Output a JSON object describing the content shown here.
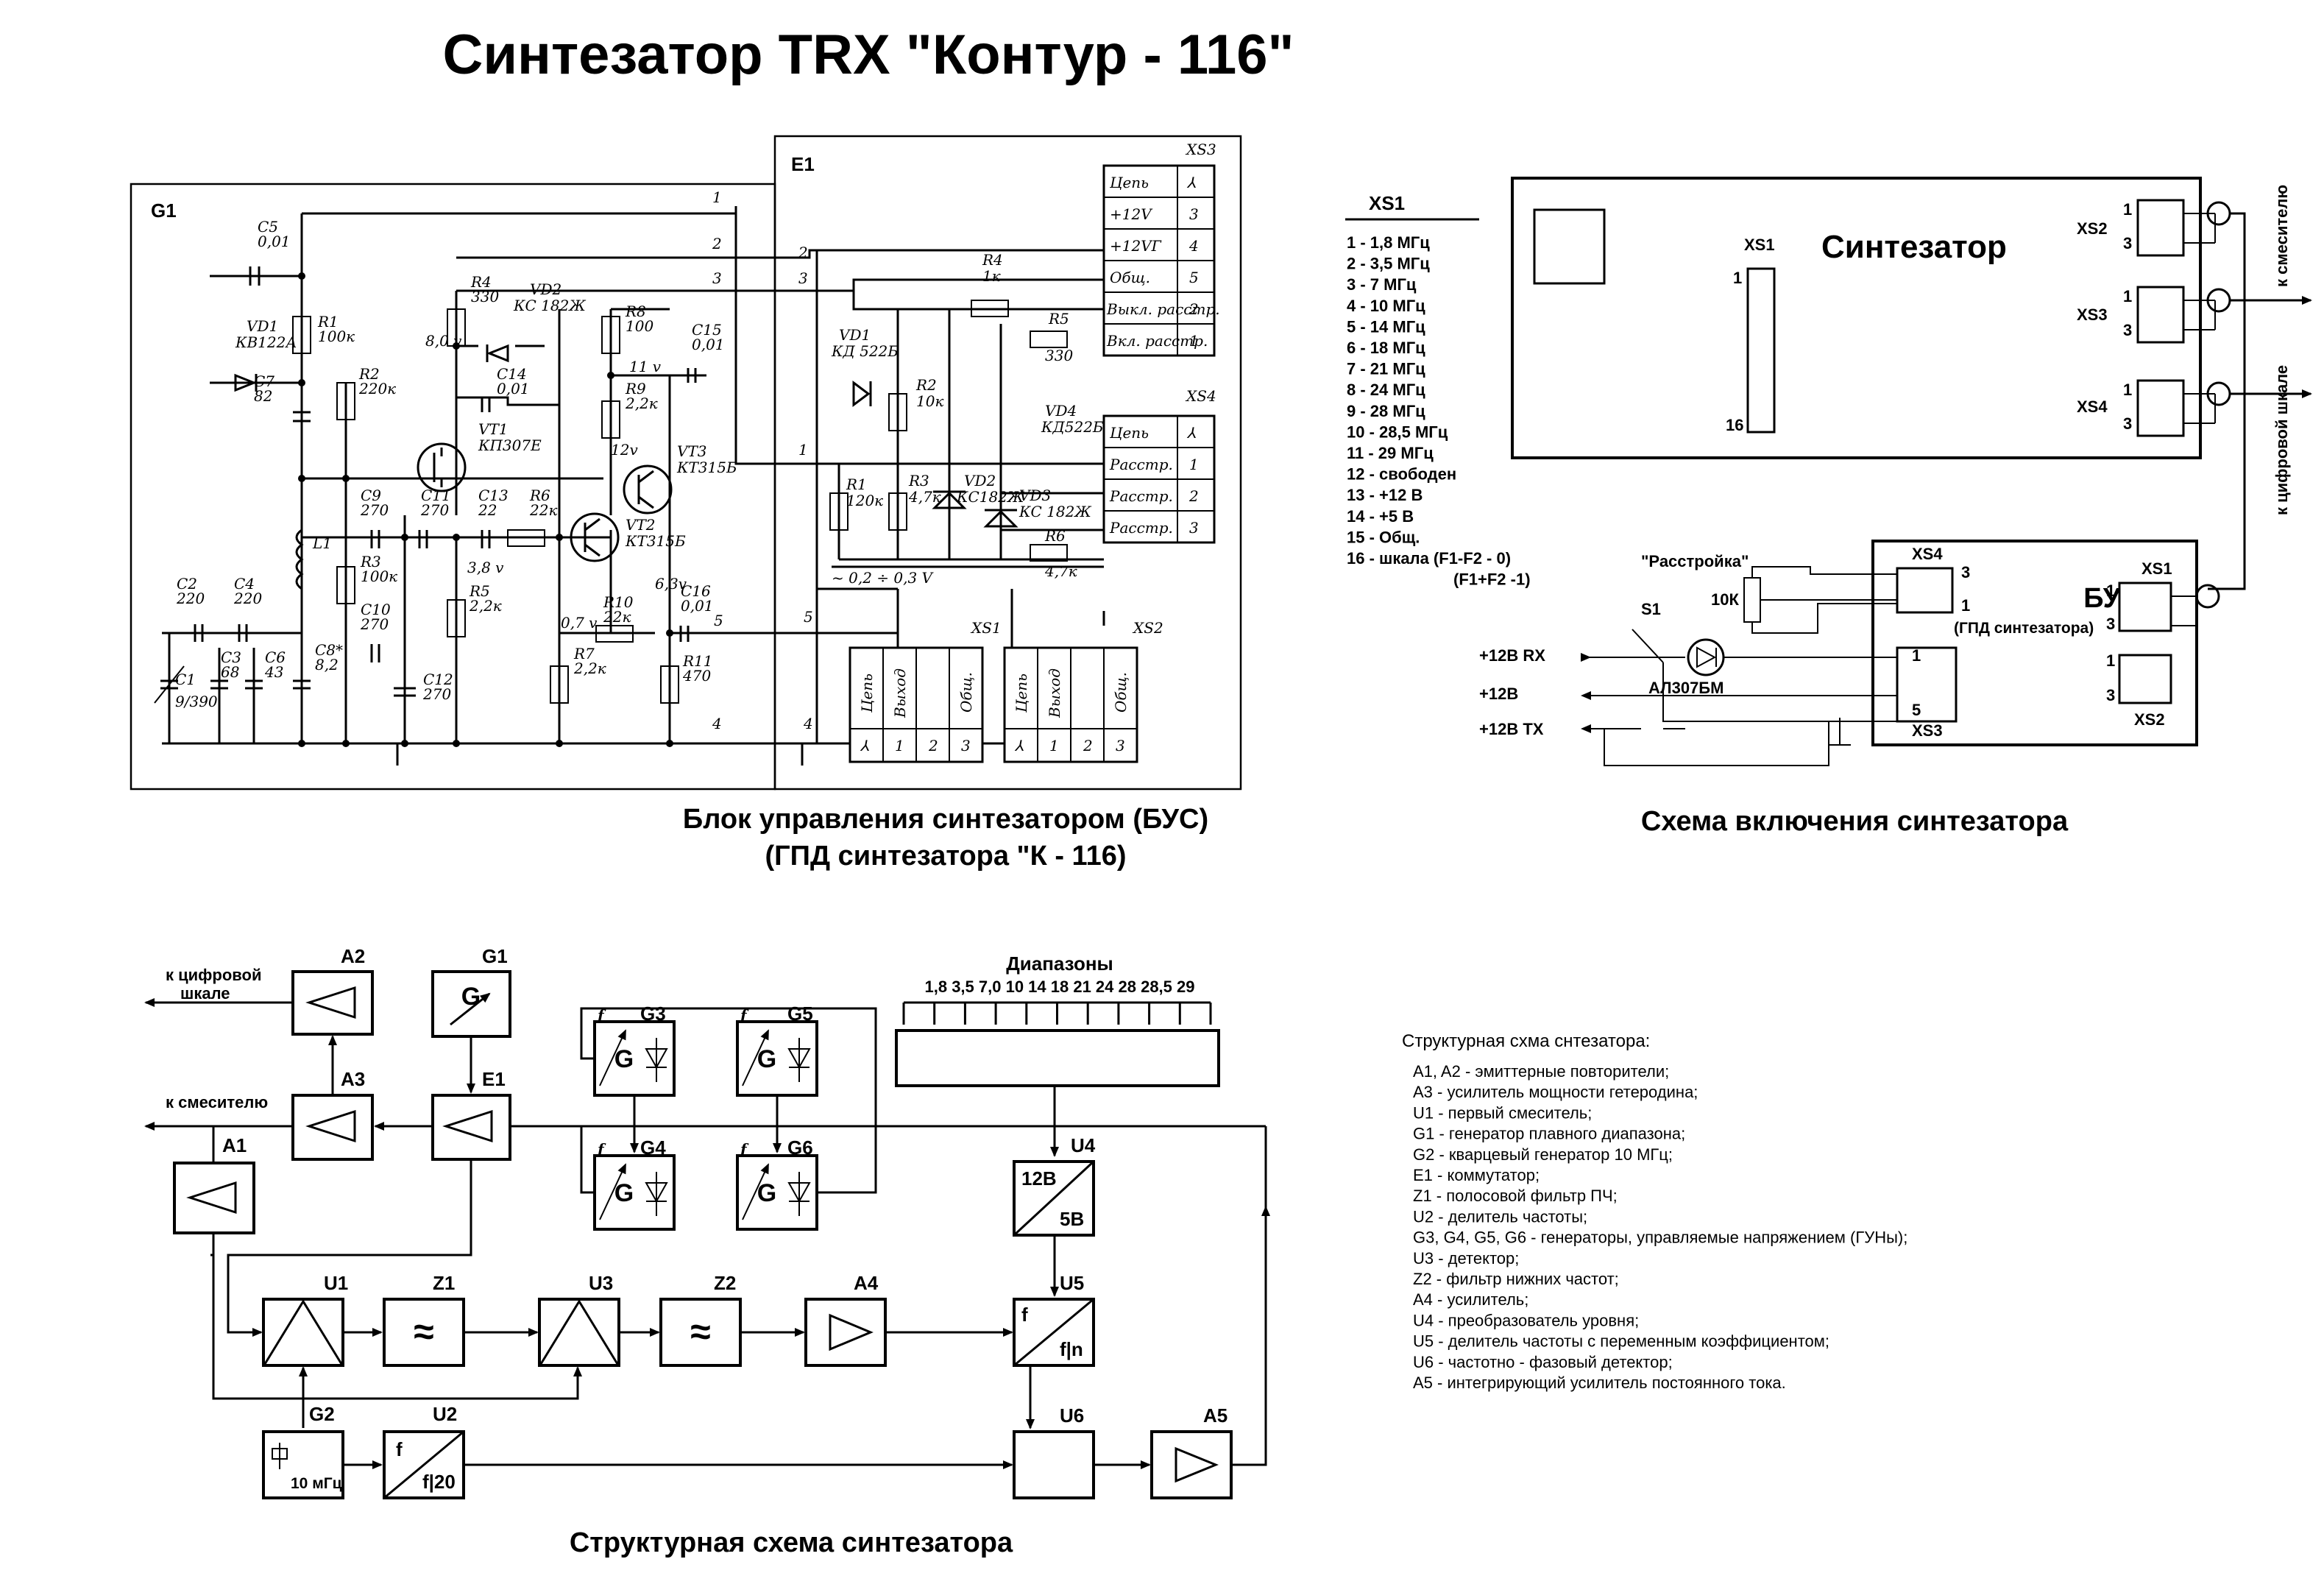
{
  "title": "Синтезатор TRX \"Контур - 116\"",
  "schematic": {
    "caption1": "Блок управления синтезатором (БУС)",
    "caption2": "(ГПД синтезатора \"К - 116)",
    "block_g1": "G1",
    "block_e1": "E1",
    "nodes": [
      "1",
      "2",
      "3",
      "4",
      "5"
    ],
    "nodes_right": [
      "1",
      "2",
      "3",
      "4",
      "5"
    ],
    "parts": {
      "c5": "C5",
      "c5v": "0,01",
      "r1": "R1",
      "r1v": "100к",
      "vd1": "VD1",
      "vd1v": "КВ122А",
      "c7": "C7",
      "c7v": "82",
      "r2": "R2",
      "r2v": "220к",
      "r4": "R4",
      "r4v": "330",
      "vd2": "VD2",
      "vd2v": "КС 182Ж",
      "c14": "C14",
      "c14v": "0,01",
      "vt1": "VT1",
      "vt1v": "КП307Е",
      "r8": "R8",
      "r8v": "100",
      "c15": "C15",
      "c15v": "0,01",
      "r9": "R9",
      "r9v": "2,2к",
      "vt3": "VT3",
      "vt3v": "КТ315Б",
      "vt2": "VT2",
      "vt2v": "КТ315Б",
      "c9": "C9",
      "c9v": "270",
      "c11": "C11",
      "c11v": "270",
      "c13": "C13",
      "c13v": "22",
      "r6": "R6",
      "r6v": "22к",
      "r3": "R3",
      "r3v": "100к",
      "c10": "C10",
      "c10v": "270",
      "r5": "R5",
      "r5v": "2,2к",
      "r10": "R10",
      "r10v": "22к",
      "c16": "C16",
      "c16v": "0,01",
      "r7": "R7",
      "r7v": "2,2к",
      "r11": "R11",
      "r11v": "470",
      "c12": "C12",
      "c12v": "270",
      "l1": "L1",
      "c2": "C2",
      "c2v": "220",
      "c4": "C4",
      "c4v": "220",
      "c3": "C3",
      "c3v": "68",
      "c6": "C6",
      "c6v": "43",
      "c8": "C8*",
      "c8v": "8,2",
      "c1": "C1",
      "c1v": "9/390",
      "v8": "8,0 v",
      "v11": "11 v",
      "v12": "12v",
      "v38": "3,8 v",
      "v07": "0,7 v",
      "v63": "6,3v",
      "e_r4": "R4",
      "e_r4v": "1к",
      "e_vd1": "VD1",
      "e_vd1v": "КД 522Б",
      "e_r2": "R2",
      "e_r2v": "10к",
      "e_r5": "R5",
      "e_r5v": "330",
      "e_r1": "R1",
      "e_r1v": "120к",
      "e_r3": "R3",
      "e_r3v": "4,7к",
      "e_vd2": "VD2",
      "e_vd2v": "КС182Ж",
      "e_vd3": "VD3",
      "e_vd3v": "КС 182Ж",
      "e_r6": "R6",
      "e_r6v": "4,7к",
      "e_vd4": "VD4",
      "e_vd4v": "КД522Б",
      "range": "~ 0,2 ÷ 0,3 V"
    },
    "xs3": {
      "label": "XS3",
      "rows": [
        {
          "name": "Цепь",
          "pin": "⅄"
        },
        {
          "name": "+12V",
          "pin": "3"
        },
        {
          "name": "+12VГ",
          "pin": "4"
        },
        {
          "name": "Общ.",
          "pin": "5"
        },
        {
          "name": "Выкл. расстр.",
          "pin": "2"
        },
        {
          "name": "Вкл. расстр.",
          "pin": "1"
        }
      ]
    },
    "xs4": {
      "label": "XS4",
      "rows": [
        {
          "name": "Цепь",
          "pin": "⅄"
        },
        {
          "name": "Расстр.",
          "pin": "1"
        },
        {
          "name": "Расстр.",
          "pin": "2"
        },
        {
          "name": "Расстр.",
          "pin": "3"
        }
      ]
    },
    "xs1": {
      "label": "XS1",
      "cols": [
        {
          "name": "Цепь",
          "pin": "⅄"
        },
        {
          "name": "Выход",
          "pin": "1"
        },
        {
          "name": "",
          "pin": "2"
        },
        {
          "name": "Общ.",
          "pin": "3"
        }
      ]
    },
    "xs2": {
      "label": "XS2",
      "cols": [
        {
          "name": "Цепь",
          "pin": "⅄"
        },
        {
          "name": "Выход",
          "pin": "1"
        },
        {
          "name": "",
          "pin": "2"
        },
        {
          "name": "Общ.",
          "pin": "3"
        }
      ]
    }
  },
  "pinout": {
    "title": "XS1",
    "items": [
      "1 - 1,8 МГц",
      "2 - 3,5 МГц",
      "3 -   7 МГц",
      "4 -  10 МГц",
      "5 - 14 МГц",
      "6 - 18 МГц",
      "7 - 21 МГц",
      "8 - 24 МГц",
      "9 - 28 МГц",
      "10 - 28,5 МГц",
      "11 - 29 МГц",
      "12 - свободен",
      "13 - +12 В",
      "14 - +5 В",
      "15 - Общ.",
      "16 - шкала (F1-F2 - 0)",
      "(F1+F2 -1)"
    ]
  },
  "wiring": {
    "caption": "Схема включения синтезатора",
    "synth": "Синтезатор",
    "xs1": "XS1",
    "xs1_p1": "1",
    "xs1_p16": "16",
    "xs2": "XS2",
    "xs3": "XS3",
    "xs4": "XS4",
    "p1": "1",
    "p3": "3",
    "to_mixer": "к смесителю",
    "to_scale": "к цифровой шкале",
    "bus": "БУС",
    "bus_sub": "(ГПД синтезатора)",
    "bus_xs4": "XS4",
    "bus_xs1": "XS1",
    "bus_xs2": "XS2",
    "bus_xs3": "XS3",
    "p5": "5",
    "rasstr": "\"Расстройка\"",
    "pot": "10К",
    "s1": "S1",
    "led": "АЛ307БМ",
    "rx": "+12В RX",
    "v12": "+12В",
    "tx": "+12В ТХ"
  },
  "structure": {
    "caption": "Структурная схема синтезатора",
    "ranges_title": "Диапазоны",
    "ranges": "1,8 3,5 7,0 10 14 18 21 24 28 28,5 29",
    "to_scale1": "к цифровой",
    "to_scale2": "шкале",
    "to_mixer": "к смесителю",
    "a2": "A2",
    "a3": "A3",
    "a1": "A1",
    "g1": "G1",
    "g1_sym": "G",
    "e1": "E1",
    "g3": "G3",
    "g4": "G4",
    "g5": "G5",
    "g6": "G6",
    "g_sym": "G",
    "f": "f",
    "u4": "U4",
    "u4_top": "12В",
    "u4_bot": "5В",
    "u1": "U1",
    "z1": "Z1",
    "u3": "U3",
    "z2": "Z2",
    "a4": "A4",
    "u5": "U5",
    "u5_f": "f",
    "u5_div": "f|n",
    "approx": "≈",
    "g2": "G2",
    "g2_freq": "10 мГц",
    "u2": "U2",
    "u2_f": "f",
    "u2_div": "f|20",
    "u6": "U6",
    "a5": "A5"
  },
  "legend": {
    "title": "Структурная схма снтезатора:",
    "items": [
      "A1, A2 - эмиттерные повторители;",
      "A3 - усилитель мощности гетеродина;",
      "U1 - первый смеситель;",
      "G1 - генератор плавного диапазона;",
      "G2 - кварцевый генератор 10 МГц;",
      "E1 - коммутатор;",
      "Z1 - полосовой фильтр ПЧ;",
      "U2 - делитель частоты;",
      "G3, G4, G5, G6 - генераторы, управляемые напряжением (ГУНы);",
      "U3 - детектор;",
      "Z2 - фильтр нижних частот;",
      "A4 - усилитель;",
      "U4 - преобразователь уровня;",
      "U5 - делитель частоты с переменным коэффициентом;",
      "U6 - частотно - фазовый детектор;",
      "A5 - интегрирующий усилитель постоянного тока."
    ]
  }
}
